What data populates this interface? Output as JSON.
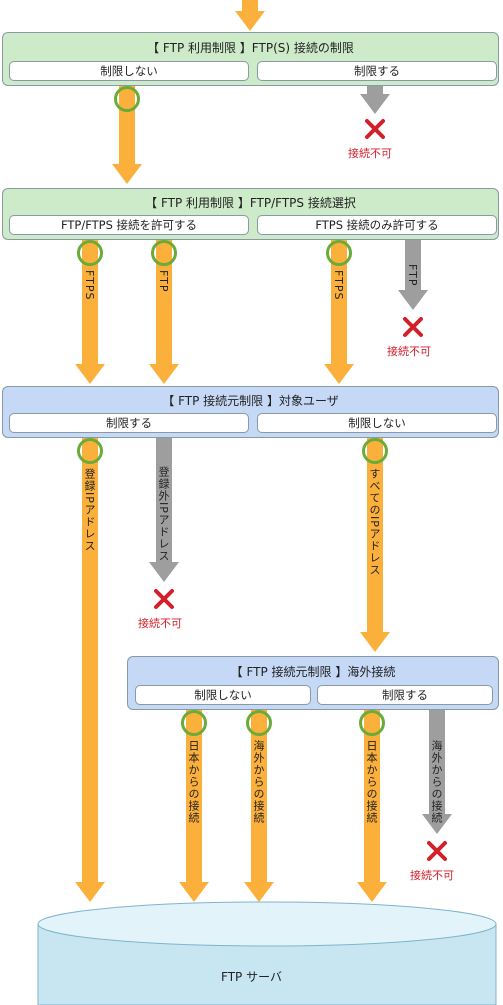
{
  "panel1": {
    "title": "【 FTP 利用制限 】FTP(S) 接続の制限",
    "opt_left": "制限しない",
    "opt_right": "制限する"
  },
  "panel2": {
    "title": "【 FTP 利用制限 】FTP/FTPS 接続選択",
    "opt_left": "FTP/FTPS 接続を許可する",
    "opt_right": "FTPS 接続のみ許可する"
  },
  "panel3": {
    "title": "【 FTP 接続元制限 】対象ユーザ",
    "opt_left": "制限する",
    "opt_right": "制限しない"
  },
  "panel4": {
    "title": "【 FTP 接続元制限 】海外接続",
    "opt_left": "制限しない",
    "opt_right": "制限する"
  },
  "labels": {
    "ftps": "FTPS",
    "ftp": "FTP",
    "registered_ip": "登録IPアドレス",
    "unregistered_ip": "登録外IPアドレス",
    "all_ip": "すべてのIPアドレス",
    "from_japan": "日本からの接続",
    "from_overseas": "海外からの接続"
  },
  "deny": "接続不可",
  "server": "FTP サーバ",
  "colors": {
    "allow_arrow": "#fbb03b",
    "deny_arrow": "#9e9e9e",
    "ring": "#6aab3a",
    "deny_mark": "#d0202a",
    "panel_green": "#cdebc8",
    "panel_blue": "#c5d8f5",
    "server": "#c8e6f2"
  }
}
